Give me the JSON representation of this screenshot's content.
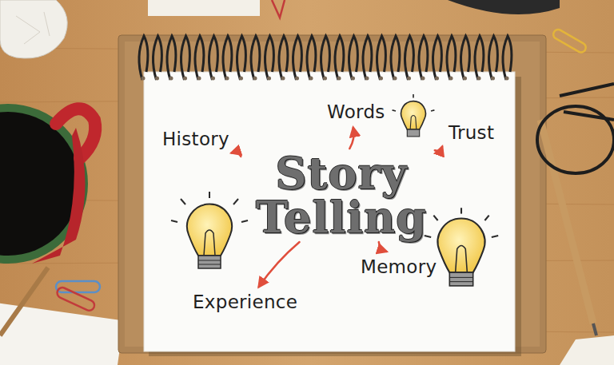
{
  "diagram": {
    "nodes": [
      {
        "text": [
          "Story Telling"
        ]
      },
      {
        "text": [
          "History"
        ]
      },
      {
        "text": [
          "Words"
        ]
      },
      {
        "text": [
          "Trust"
        ]
      },
      {
        "text": [
          "Memory"
        ]
      },
      {
        "text": [
          "Experience"
        ]
      }
    ],
    "edges": [
      {
        "from": 0,
        "to": 1,
        "arrow": "to"
      },
      {
        "from": 0,
        "to": 2,
        "arrow": "to"
      },
      {
        "from": 0,
        "to": 3,
        "arrow": "to"
      },
      {
        "from": 0,
        "to": 4,
        "arrow": "to"
      },
      {
        "from": 0,
        "to": 5,
        "arrow": "to"
      }
    ]
  }
}
